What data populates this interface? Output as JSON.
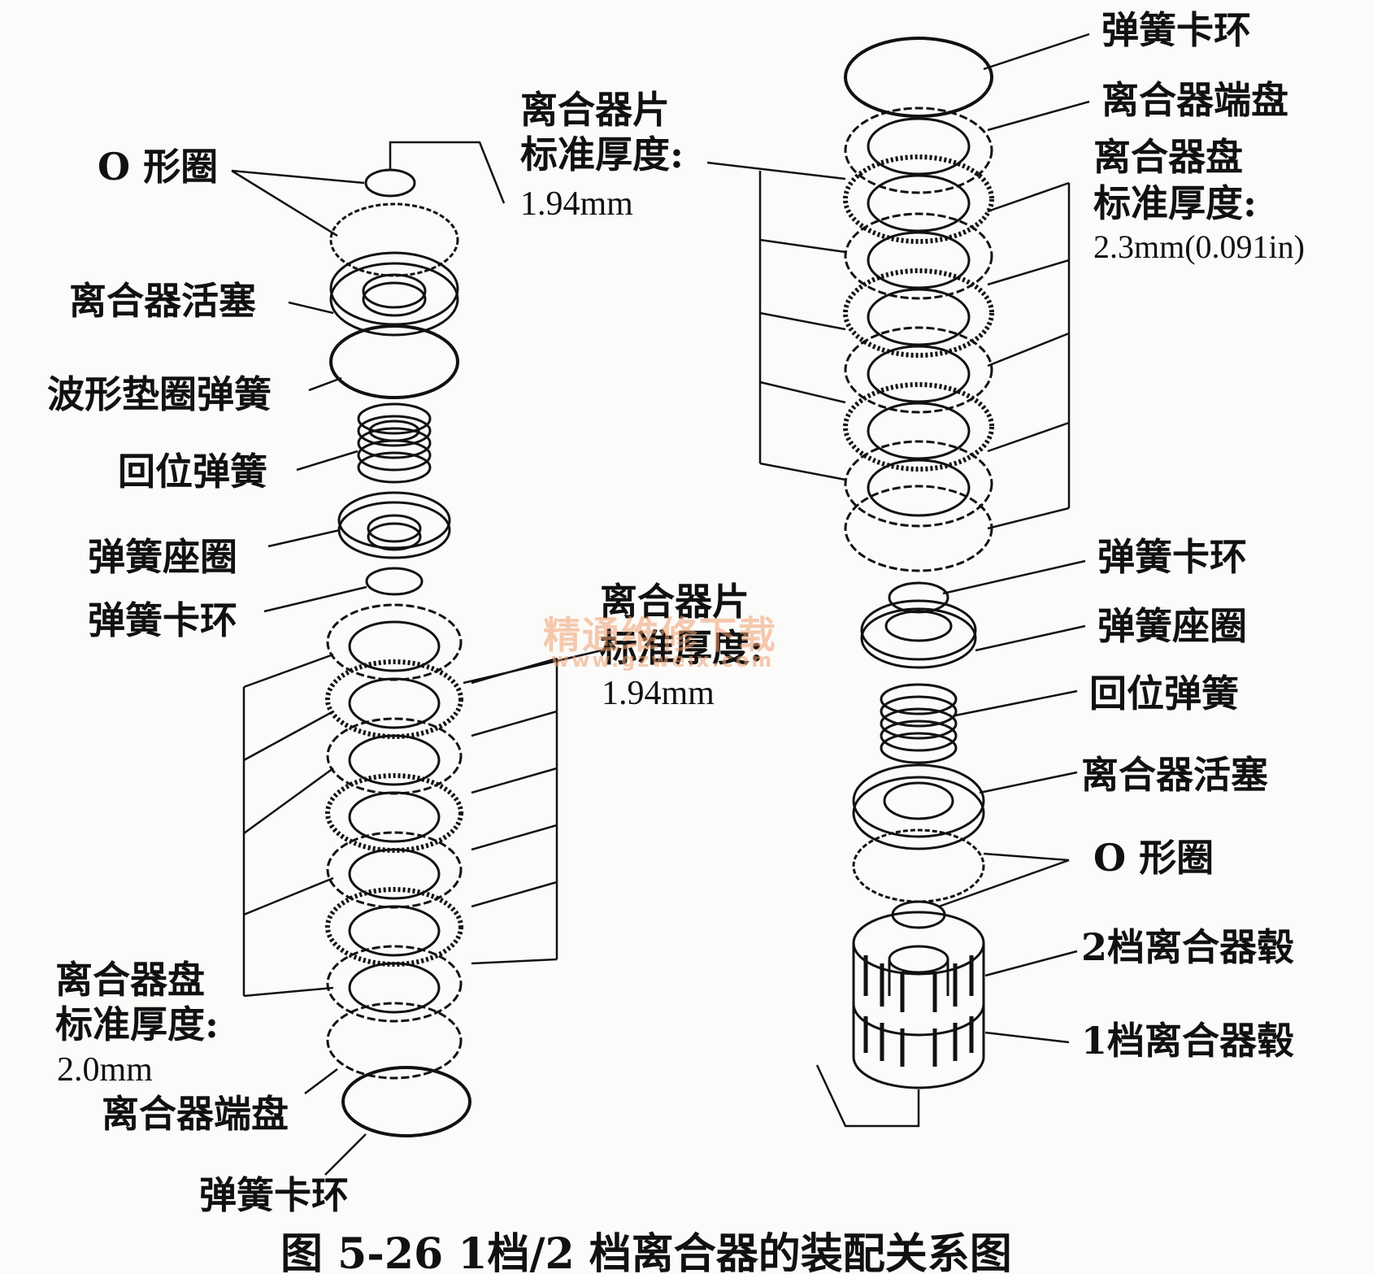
{
  "figure": {
    "caption": "图 5-26   1档/2 档离合器的装配关系图"
  },
  "left_assembly": {
    "o_ring": "O 形圈",
    "clutch_piston": "离合器活塞",
    "wave_washer_spring": "波形垫圈弹簧",
    "return_spring": "回位弹簧",
    "spring_seat": "弹簧座圈",
    "snap_ring_top": "弹簧卡环",
    "plate_label": "离合器片",
    "plate_std": "标准厚度:",
    "plate_value": "1.94mm",
    "disc_label": "离合器盘",
    "disc_std": "标准厚度:",
    "disc_value": "2.0mm",
    "end_plate": "离合器端盘",
    "snap_ring_bottom": "弹簧卡环"
  },
  "right_assembly": {
    "snap_ring_top": "弹簧卡环",
    "end_plate": "离合器端盘",
    "disc_label": "离合器盘",
    "disc_std": "标准厚度:",
    "disc_value": "2.3mm(0.091in)",
    "plate_label": "离合器片",
    "plate_std": "标准厚度:",
    "plate_value": "1.94mm",
    "snap_ring_mid": "弹簧卡环",
    "spring_seat": "弹簧座圈",
    "return_spring": "回位弹簧",
    "clutch_piston": "离合器活塞",
    "o_ring": "O 形圈",
    "hub_2nd": "2档离合器毂",
    "hub_1st": "1档离合器毂"
  },
  "watermark": {
    "text": "精通维修下载",
    "url": "www.gzweix.com"
  },
  "colors": {
    "ink": "#111111",
    "paper": "#fbfbf9",
    "watermark": "#f0a070"
  }
}
